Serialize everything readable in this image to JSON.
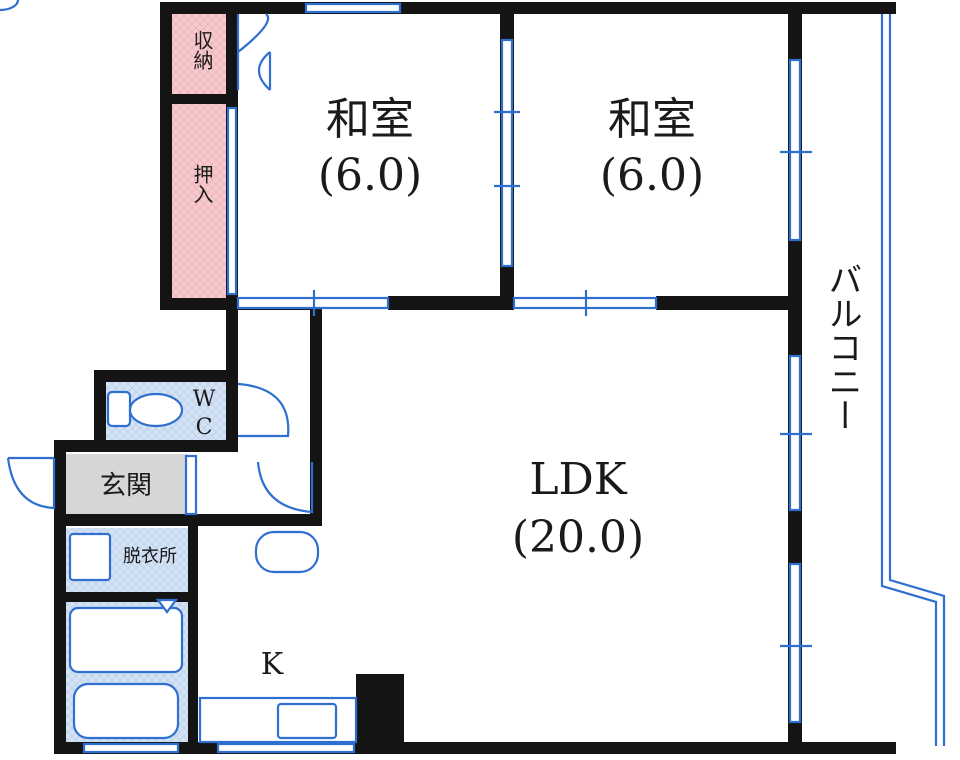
{
  "rooms": {
    "washitsu_1": {
      "name": "和室",
      "size": "(6.0)"
    },
    "washitsu_2": {
      "name": "和室",
      "size": "(6.0)"
    },
    "ldk": {
      "name": "LDK",
      "size": "(20.0)"
    },
    "kitchen": "K",
    "balcony": "バルコニー",
    "shuno": "収納",
    "oshiire": "押入",
    "wc_1": "W",
    "wc_2": "C",
    "genkan": "玄関",
    "datsuijo": "脱衣所"
  },
  "colors": {
    "wall": "#141414",
    "fixture_line": "#2f6fd0",
    "storage_fill": "#f6c9cc",
    "tile_fill": "#d3e2f4",
    "entrance_fill": "#d6d6d6",
    "floor": "#ffffff"
  }
}
